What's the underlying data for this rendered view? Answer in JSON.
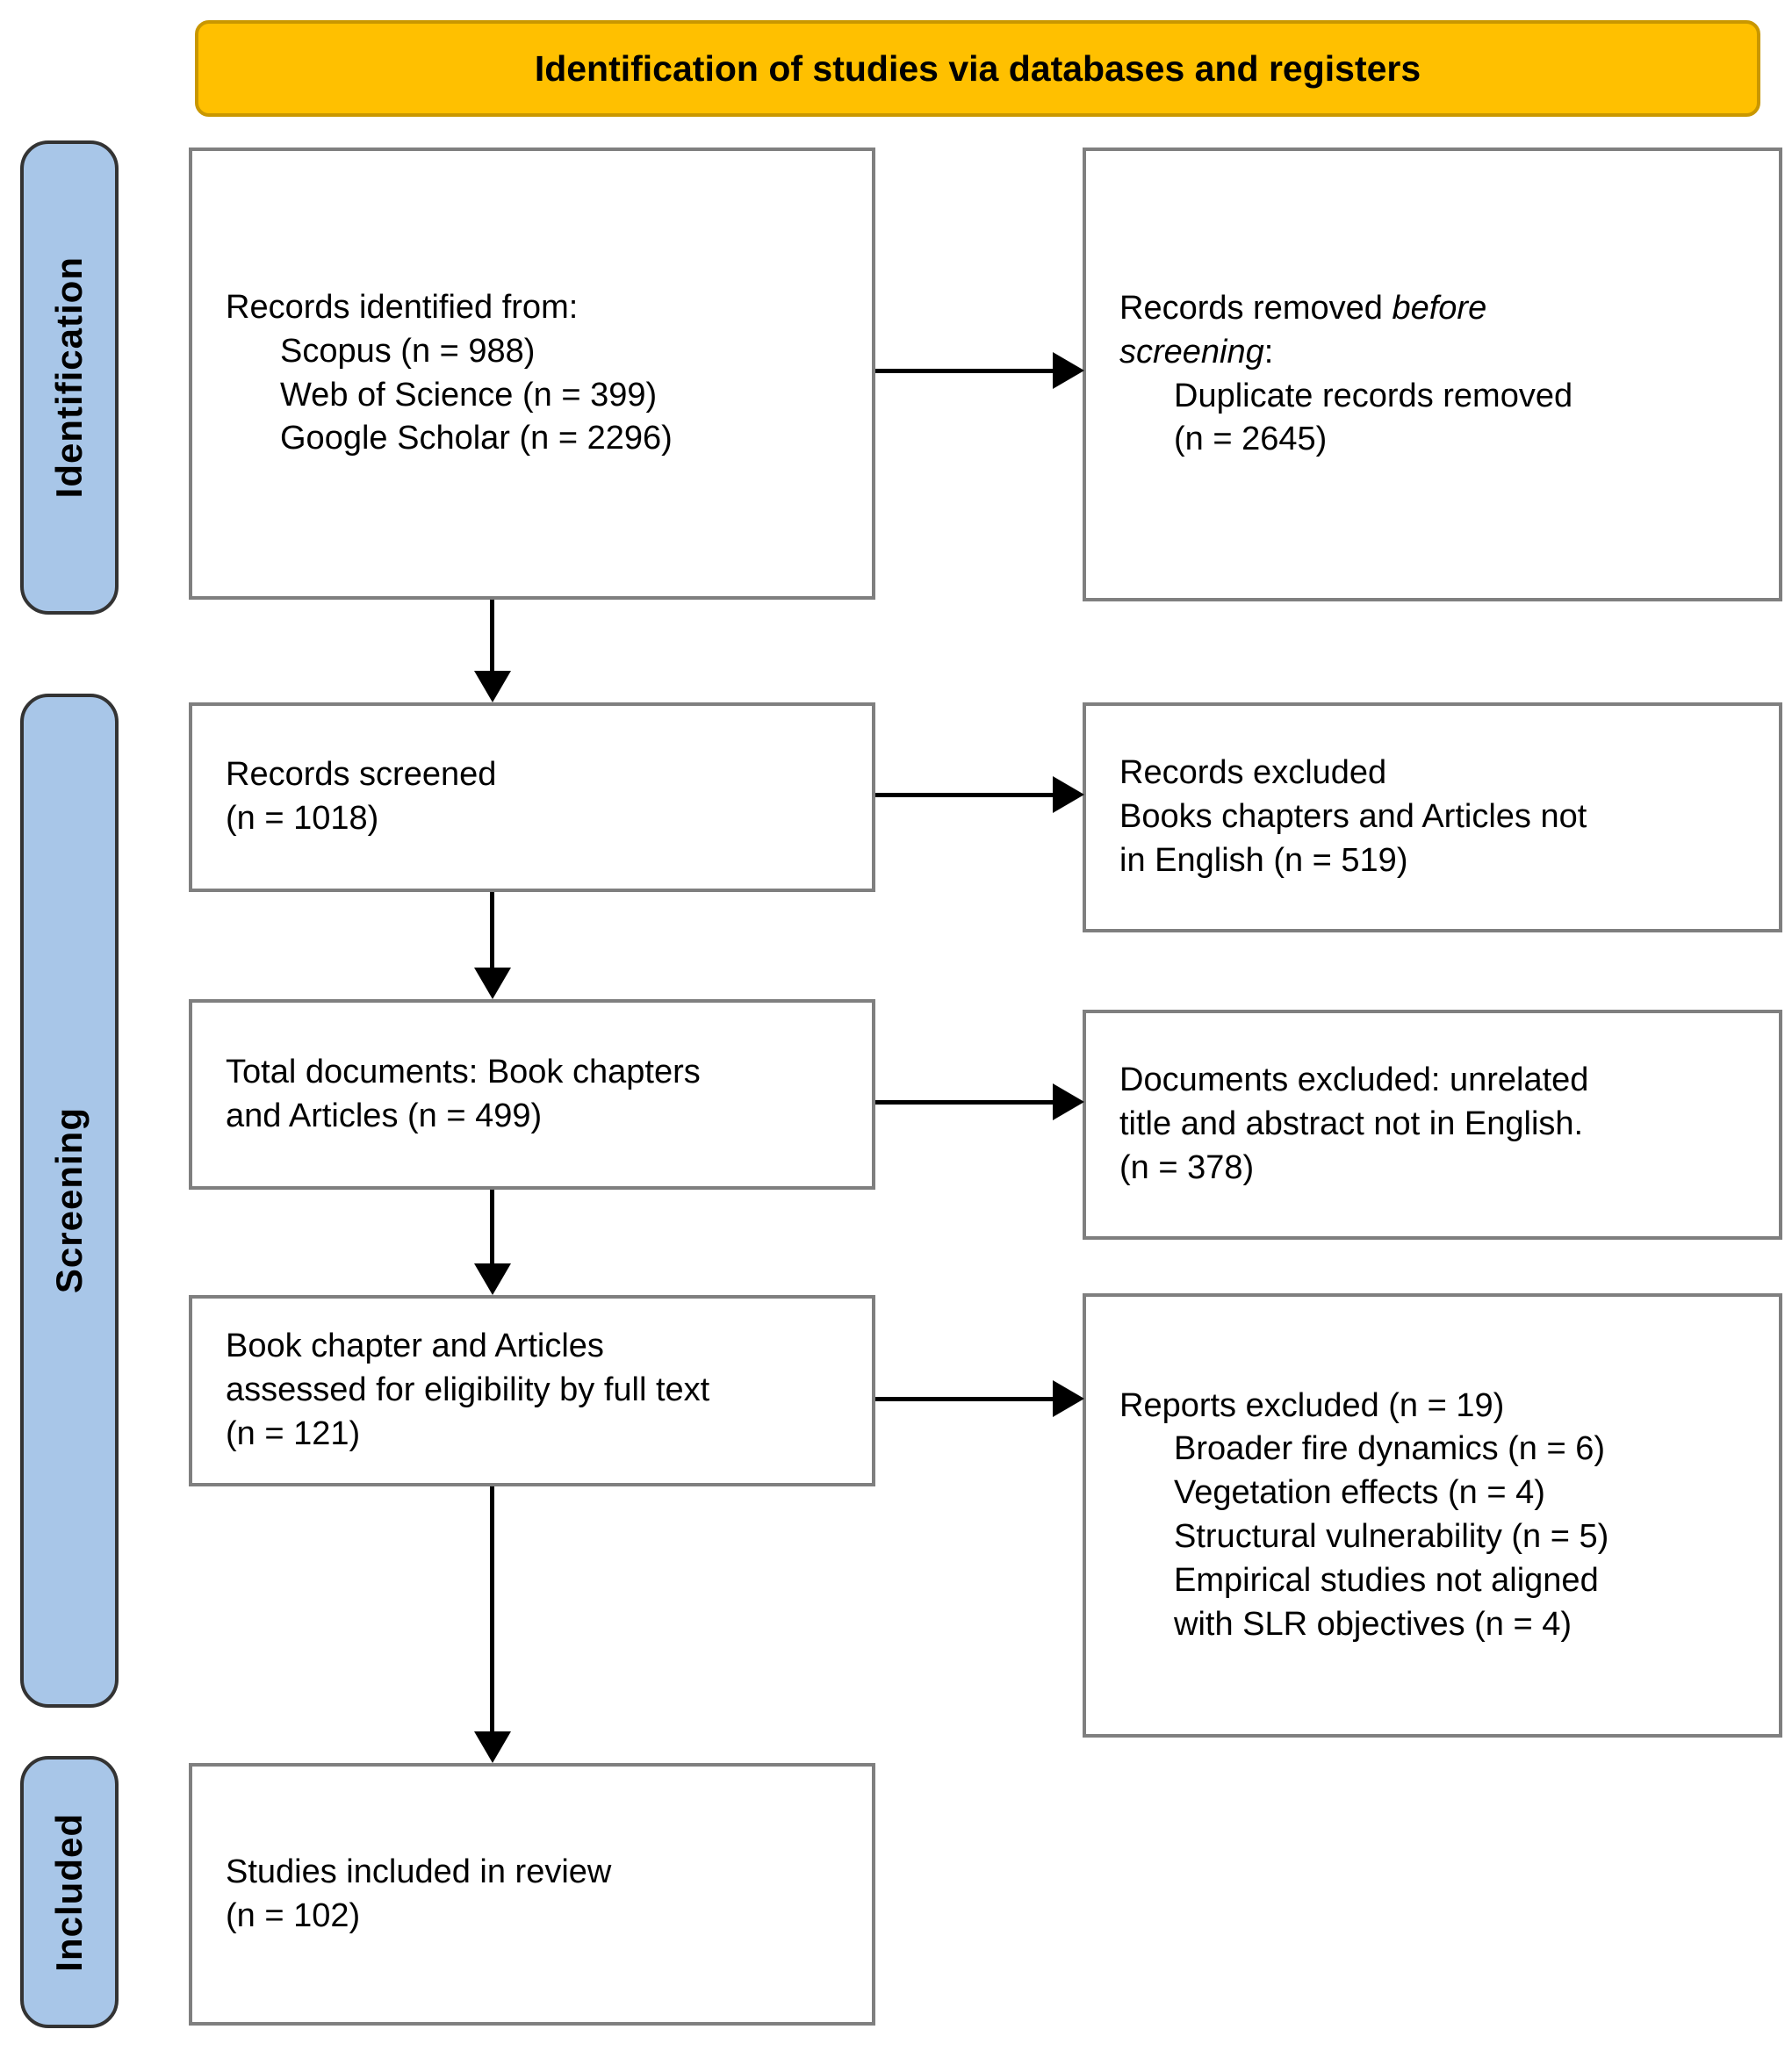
{
  "banner": {
    "title": "Identification of studies via databases and registers"
  },
  "stages": {
    "identification": "Identification",
    "screening": "Screening",
    "included": "Included"
  },
  "boxes": {
    "records_identified": {
      "heading": "Records identified from:",
      "items": [
        "Scopus (n = 988)",
        "Web of Science (n = 399)",
        "Google Scholar (n = 2296)"
      ]
    },
    "records_removed": {
      "l1_pre": "Records removed ",
      "l1_italic": "before",
      "l2_italic": "screening",
      "l2_post": ":",
      "items": [
        "Duplicate records removed",
        "(n = 2645)"
      ]
    },
    "records_screened": {
      "lines": [
        "Records screened",
        "(n = 1018)"
      ]
    },
    "records_excluded": {
      "lines": [
        "Records excluded",
        "Books chapters and Articles not",
        "in English (n = 519)"
      ]
    },
    "total_documents": {
      "lines": [
        "Total documents: Book chapters",
        "and Articles (n = 499)"
      ]
    },
    "documents_excluded": {
      "lines": [
        "Documents excluded: unrelated",
        "title and abstract not in English.",
        "(n = 378)"
      ]
    },
    "assessed_eligibility": {
      "lines": [
        "Book chapter and Articles",
        "assessed for eligibility by full text",
        "(n = 121)"
      ]
    },
    "reports_excluded": {
      "heading": "Reports excluded (n = 19)",
      "items": [
        "Broader fire dynamics (n = 6)",
        "Vegetation effects (n = 4)",
        "Structural vulnerability (n = 5)",
        "Empirical studies not aligned",
        "with SLR objectives (n = 4)"
      ]
    },
    "studies_included": {
      "lines": [
        "Studies included in review",
        "(n = 102)"
      ]
    }
  },
  "colors": {
    "banner_fill": "#FFC000",
    "banner_border": "#C99700",
    "stage_fill": "#A8C6E8",
    "box_border": "#7F7F7F",
    "arrow": "#000000"
  }
}
